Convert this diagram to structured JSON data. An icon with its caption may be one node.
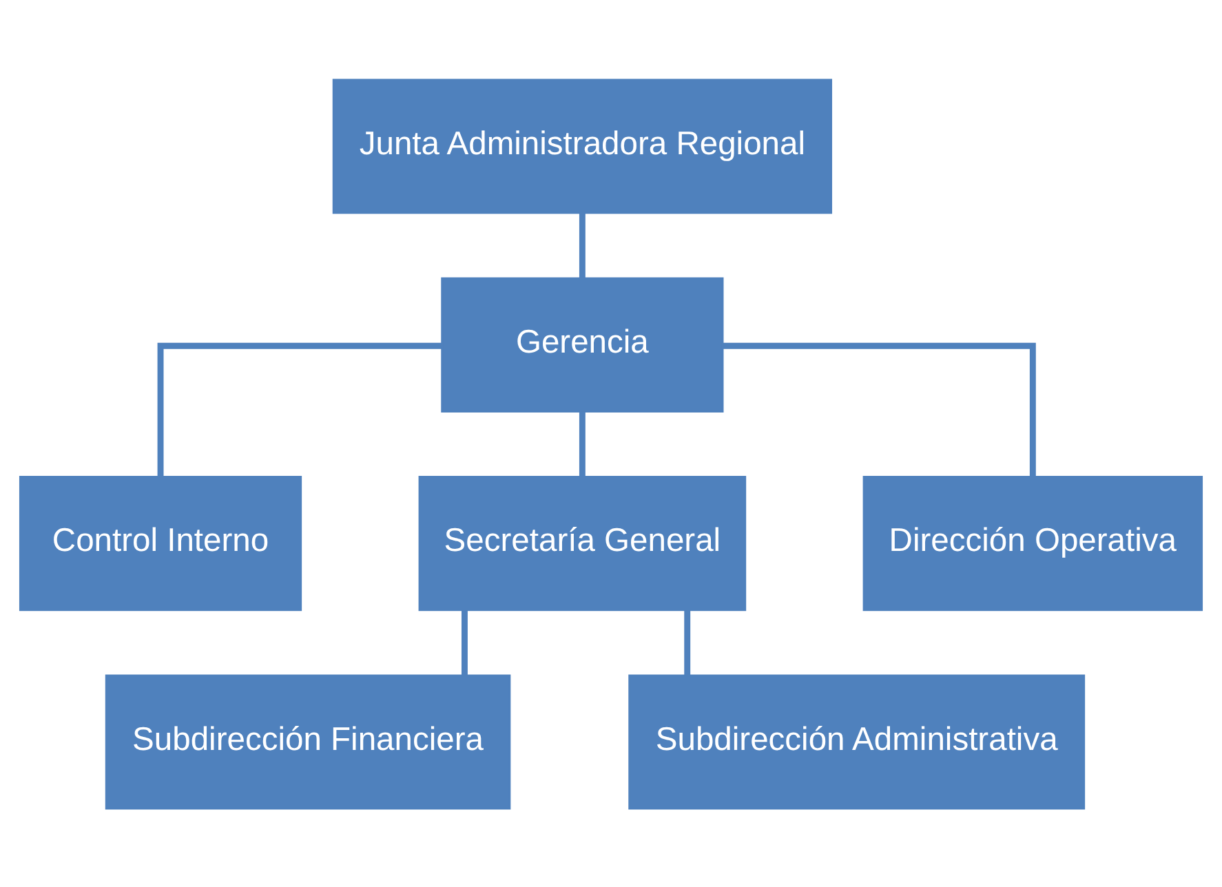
{
  "diagram": {
    "nodes": [
      {
        "text": [
          "Junta Administradora Regional"
        ]
      },
      {
        "text": [
          "Gerencia"
        ]
      },
      {
        "text": [
          "Control Interno"
        ]
      },
      {
        "text": [
          "Secretaría General"
        ]
      },
      {
        "text": [
          "Dirección Operativa"
        ]
      },
      {
        "text": [
          "Subdirección Financiera"
        ]
      },
      {
        "text": [
          "Subdirección Administrativa"
        ]
      }
    ],
    "edges": [
      {
        "from": 0,
        "to": 1,
        "arrow": "none"
      },
      {
        "from": 1,
        "to": 2,
        "arrow": "none"
      },
      {
        "from": 1,
        "to": 3,
        "arrow": "none"
      },
      {
        "from": 1,
        "to": 4,
        "arrow": "none"
      },
      {
        "from": 3,
        "to": 5,
        "arrow": "none"
      },
      {
        "from": 3,
        "to": 6,
        "arrow": "none"
      }
    ]
  }
}
